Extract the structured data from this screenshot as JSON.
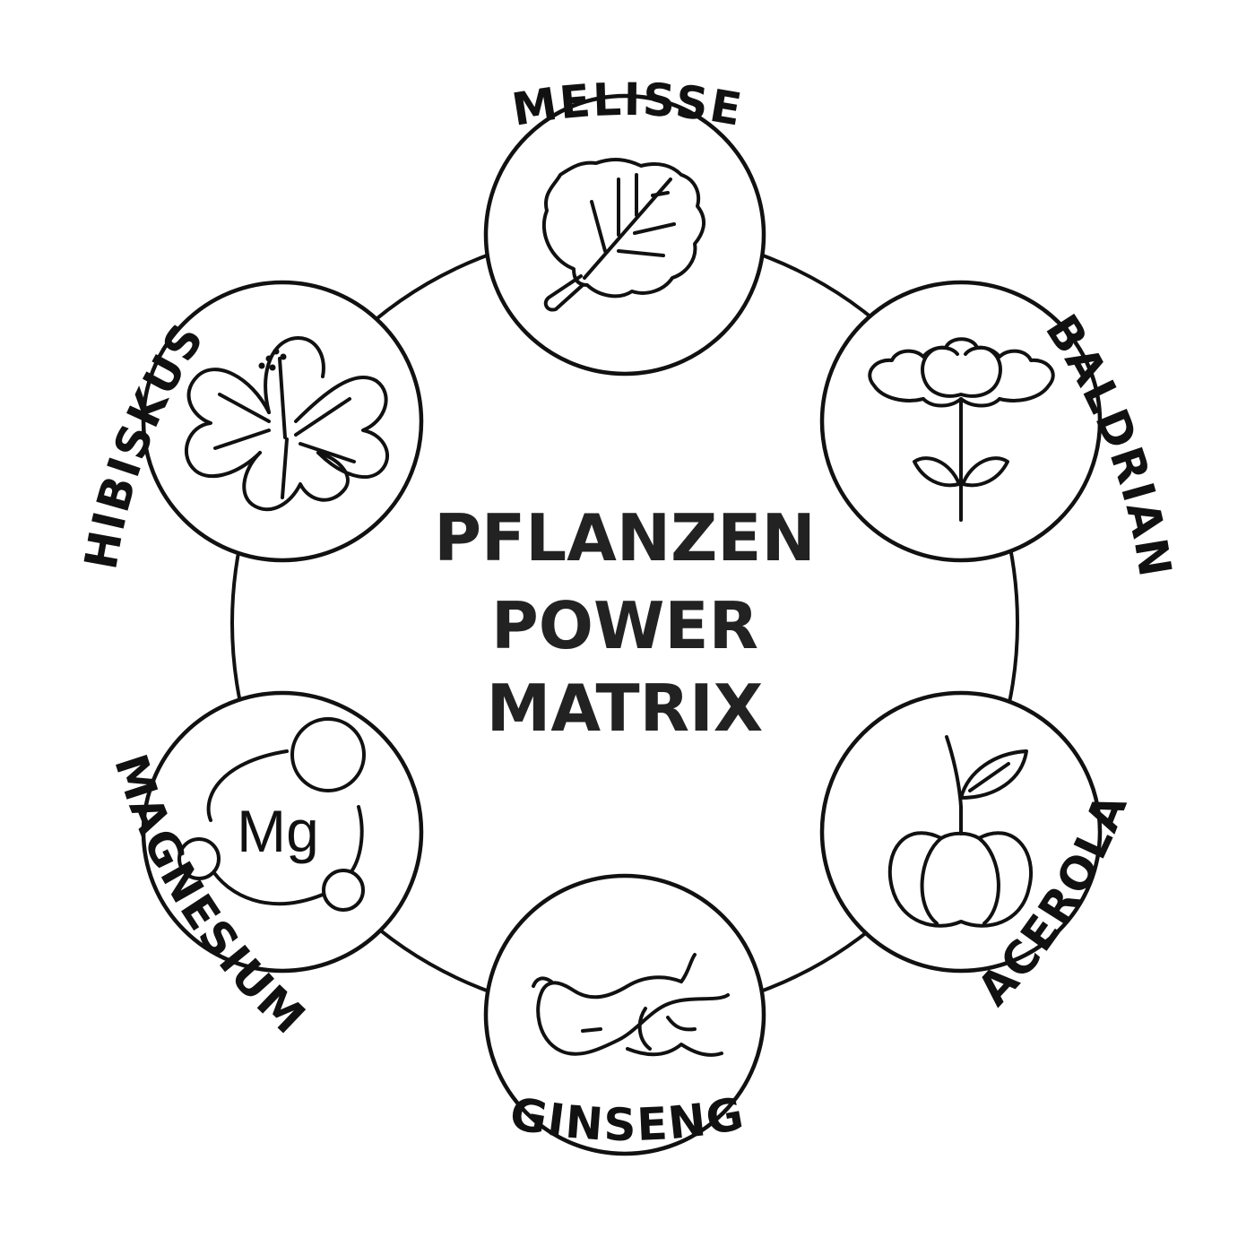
{
  "center": {
    "lines": [
      "PFLANZEN",
      "POWER",
      "MATRIX"
    ]
  },
  "ingredients": [
    {
      "id": "melisse",
      "label": "MELISSE",
      "icon": "leaf-icon"
    },
    {
      "id": "baldrian",
      "label": "BALDRIAN",
      "icon": "valerian-flower-icon"
    },
    {
      "id": "acerola",
      "label": "ACEROLA",
      "icon": "acerola-fruit-icon"
    },
    {
      "id": "ginseng",
      "label": "GINSENG",
      "icon": "ginseng-root-icon"
    },
    {
      "id": "magnesium",
      "label": "MAGNESIUM",
      "icon": "magnesium-atom-icon",
      "symbol": "Mg"
    },
    {
      "id": "hibiskus",
      "label": "HIBISKUS",
      "icon": "hibiscus-flower-icon"
    }
  ],
  "colors": {
    "stroke": "#111111",
    "text": "#222222",
    "background": "#ffffff"
  }
}
